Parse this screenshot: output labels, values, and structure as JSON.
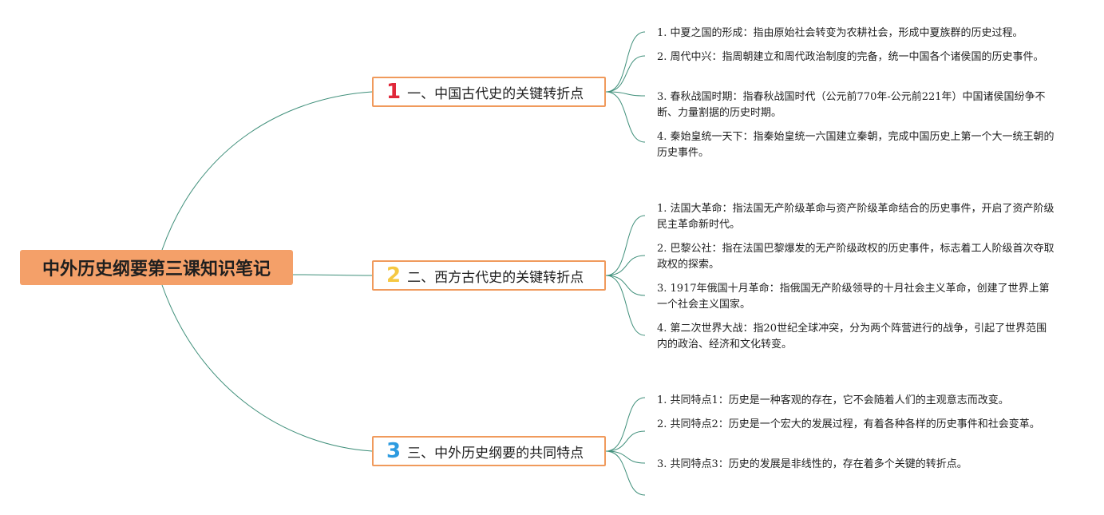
{
  "root": {
    "title": "中外历史纲要第三课知识笔记"
  },
  "branches": [
    {
      "number": "1",
      "number_color": "#e0283a",
      "label": "一、中国古代史的关键转折点",
      "items": [
        "1. 中夏之国的形成：指由原始社会转变为农耕社会，形成中夏族群的历史过程。",
        "2. 周代中兴：指周朝建立和周代政治制度的完备，统一中国各个诸侯国的历史事件。",
        "3. 春秋战国时期：指春秋战国时代（公元前770年-公元前221年）中国诸侯国纷争不断、力量割据的历史时期。",
        "4. 秦始皇统一天下：指秦始皇统一六国建立秦朝，完成中国历史上第一个大一统王朝的历史事件。"
      ]
    },
    {
      "number": "2",
      "number_color": "#f5c842",
      "label": "二、西方古代史的关键转折点",
      "items": [
        "1. 法国大革命：指法国无产阶级革命与资产阶级革命结合的历史事件，开启了资产阶级民主革命新时代。",
        "2. 巴黎公社：指在法国巴黎爆发的无产阶级政权的历史事件，标志着工人阶级首次夺取政权的探索。",
        "3. 1917年俄国十月革命：指俄国无产阶级领导的十月社会主义革命，创建了世界上第一个社会主义国家。",
        "4. 第二次世界大战：指20世纪全球冲突，分为两个阵营进行的战争，引起了世界范围内的政治、经济和文化转变。"
      ]
    },
    {
      "number": "3",
      "number_color": "#2d9be0",
      "label": "三、中外历史纲要的共同特点",
      "items": [
        "1. 共同特点1：历史是一种客观的存在，它不会随着人们的主观意志而改变。",
        "2. 共同特点2：历史是一个宏大的发展过程，有着各种各样的历史事件和社会变革。",
        "3. 共同特点3：历史的发展是非线性的，存在着多个关键的转折点。",
        ""
      ]
    }
  ],
  "colors": {
    "connector": "#3f8f7a",
    "root_fill": "#f4a069",
    "branch_border": "#f09a5c"
  }
}
